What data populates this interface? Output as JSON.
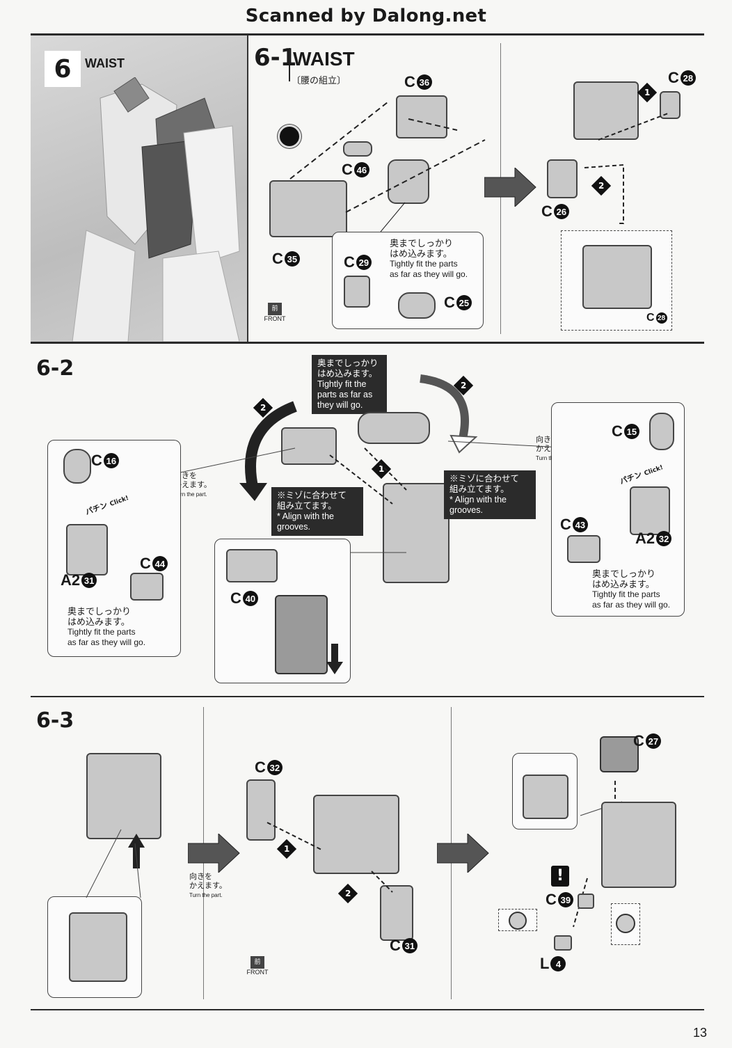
{
  "header": {
    "scanned_by": "Scanned by Dalong.net"
  },
  "step6": {
    "number": "6",
    "title": "WAIST"
  },
  "s61": {
    "step": "6-1",
    "title": "WAIST",
    "subtitle_jp": "〔腰の組立〕",
    "parts": {
      "c36": "C",
      "c36n": "36",
      "c46": "C",
      "c46n": "46",
      "c35": "C",
      "c35n": "35",
      "c29": "C",
      "c29n": "29",
      "c25": "C",
      "c25n": "25"
    },
    "note_jp1": "奥までしっかり",
    "note_jp2": "はめ込みます。",
    "note_en1": "Tightly fit the parts",
    "note_en2": "as far as they will go.",
    "front_jp": "前",
    "front_en": "FRONT"
  },
  "s64": {
    "parts": {
      "c28": "C",
      "c28n": "28",
      "c26": "C",
      "c26n": "26",
      "c28b": "C",
      "c28bn": "28"
    },
    "step1": "1",
    "step2": "2"
  },
  "s62": {
    "step": "6-2",
    "top_note": [
      "奥までしっかり",
      "はめ込みます。",
      "Tightly fit the",
      "parts as far as",
      "they will go."
    ],
    "groove_note_left": [
      "※ミゾに合わせて",
      "組み立てます。",
      "* Align with the",
      "grooves."
    ],
    "groove_note_right": [
      "※ミゾに合わせて",
      "組み立てます。",
      "* Align with the",
      "grooves."
    ],
    "turn_left": [
      "向きを",
      "かえます。",
      "Turn the part."
    ],
    "turn_right": [
      "向きを",
      "かえます。",
      "Turn the part."
    ],
    "left_box": {
      "c16": "C",
      "c16n": "16",
      "a2": "A2",
      "a2n": "31",
      "c44": "C",
      "c44n": "44",
      "click": "Click!",
      "pachin": "パチン",
      "note": [
        "奥までしっかり",
        "はめ込みます。",
        "Tightly fit the parts",
        "as far as they will go."
      ]
    },
    "right_box": {
      "c15": "C",
      "c15n": "15",
      "c43": "C",
      "c43n": "43",
      "a2": "A2",
      "a2n": "32",
      "click": "Click!",
      "pachin": "パチン",
      "note": [
        "奥までしっかり",
        "はめ込みます。",
        "Tightly fit the parts",
        "as far as they will go."
      ]
    },
    "c40": "C",
    "c40n": "40",
    "step1": "1",
    "step2a": "2",
    "step2b": "2"
  },
  "s63": {
    "step": "6-3",
    "turn": [
      "向きを",
      "かえます。",
      "Turn the part."
    ],
    "c32": "C",
    "c32n": "32",
    "c31": "C",
    "c31n": "31",
    "c27": "C",
    "c27n": "27",
    "c39": "C",
    "c39n": "39",
    "l4": "L",
    "l4n": "4",
    "warn": "!",
    "front_jp": "前",
    "front_en": "FRONT",
    "step1": "1",
    "step2": "2"
  },
  "footer": {
    "page": "13"
  }
}
